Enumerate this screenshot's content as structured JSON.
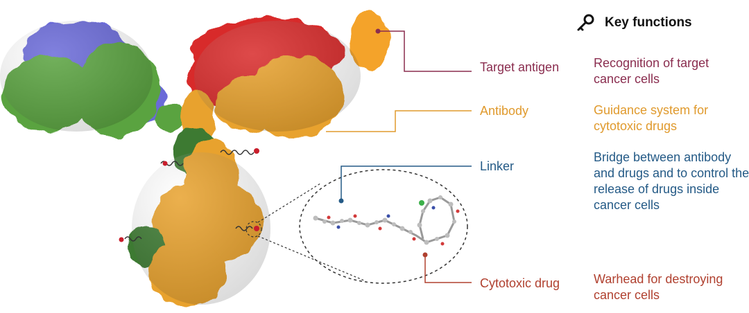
{
  "header": {
    "title": "Key functions",
    "icon": "key-icon"
  },
  "components": [
    {
      "id": "target-antigen",
      "label": "Target antigen",
      "function": "Recognition of target cancer cells",
      "color": "#8a2d4f"
    },
    {
      "id": "antibody",
      "label": "Antibody",
      "function": "Guidance system for cytotoxic drugs",
      "color": "#e09a2d"
    },
    {
      "id": "linker",
      "label": "Linker",
      "function": "Bridge between antibody and drugs and to control the release of drugs inside cancer cells",
      "color": "#245a86"
    },
    {
      "id": "cytotoxic-drug",
      "label": "Cytotoxic drug",
      "function": "Warhead for destroying cancer cells",
      "color": "#b0402f"
    }
  ],
  "colors": {
    "heavy_chain_a": "#e8a22d",
    "light_chain_a": "#d82a2a",
    "heavy_chain_b": "#6a6ad8",
    "light_chain_b": "#5aa33f",
    "glycan": "#3d7a32",
    "antigen": "#f4a32a",
    "drug_payload": "#c81e2c"
  }
}
